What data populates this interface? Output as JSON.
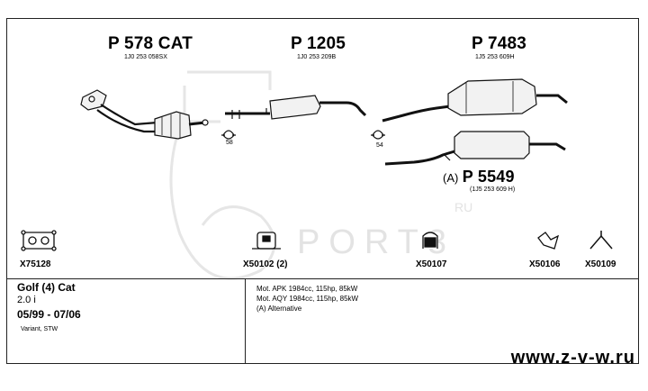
{
  "parts": {
    "p578": {
      "number": "P 578 CAT",
      "oem": "1J0 253 058SX"
    },
    "p1205": {
      "number": "P 1205",
      "oem": "1J0 253 209B"
    },
    "p7483": {
      "number": "P 7483",
      "oem": "1J5 253 609H"
    },
    "p5549": {
      "prefix": "(A)",
      "number": "P 5549",
      "oem": "(1J5 253 609 H)"
    }
  },
  "clamps": [
    "58",
    "54"
  ],
  "accessories": [
    "X75128",
    "X50102 (2)",
    "X50107",
    "X50106",
    "X50109"
  ],
  "vehicle": {
    "title": "Golf (4) Cat",
    "engine": "2.0 i",
    "years": "05/99 - 07/06",
    "body": "Variant, STW"
  },
  "notes": [
    "Mot. APK 1984cc, 115hp, 85kW",
    "Mot. AQY 1984cc, 115hp, 85kW",
    "(A) Alternative"
  ],
  "watermark": "PORT3",
  "watermark_ru": "RU",
  "site_url": "www.z-v-w.ru"
}
